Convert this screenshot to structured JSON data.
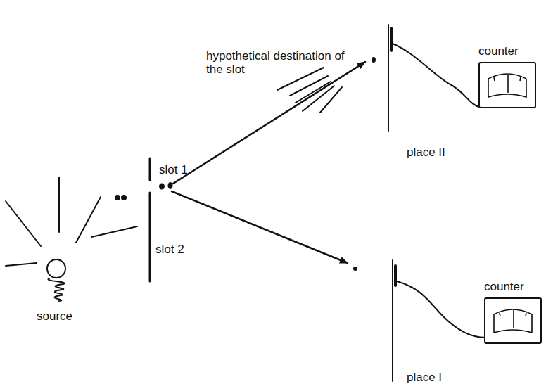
{
  "diagram": {
    "nodes": [
      {
        "text": [
          "counter"
        ]
      },
      {
        "text": [
          "counter"
        ]
      }
    ],
    "labels": [
      "hypothetical destination of the slot",
      "slot 1",
      "place II",
      "slot 2",
      "source",
      "place I"
    ]
  }
}
